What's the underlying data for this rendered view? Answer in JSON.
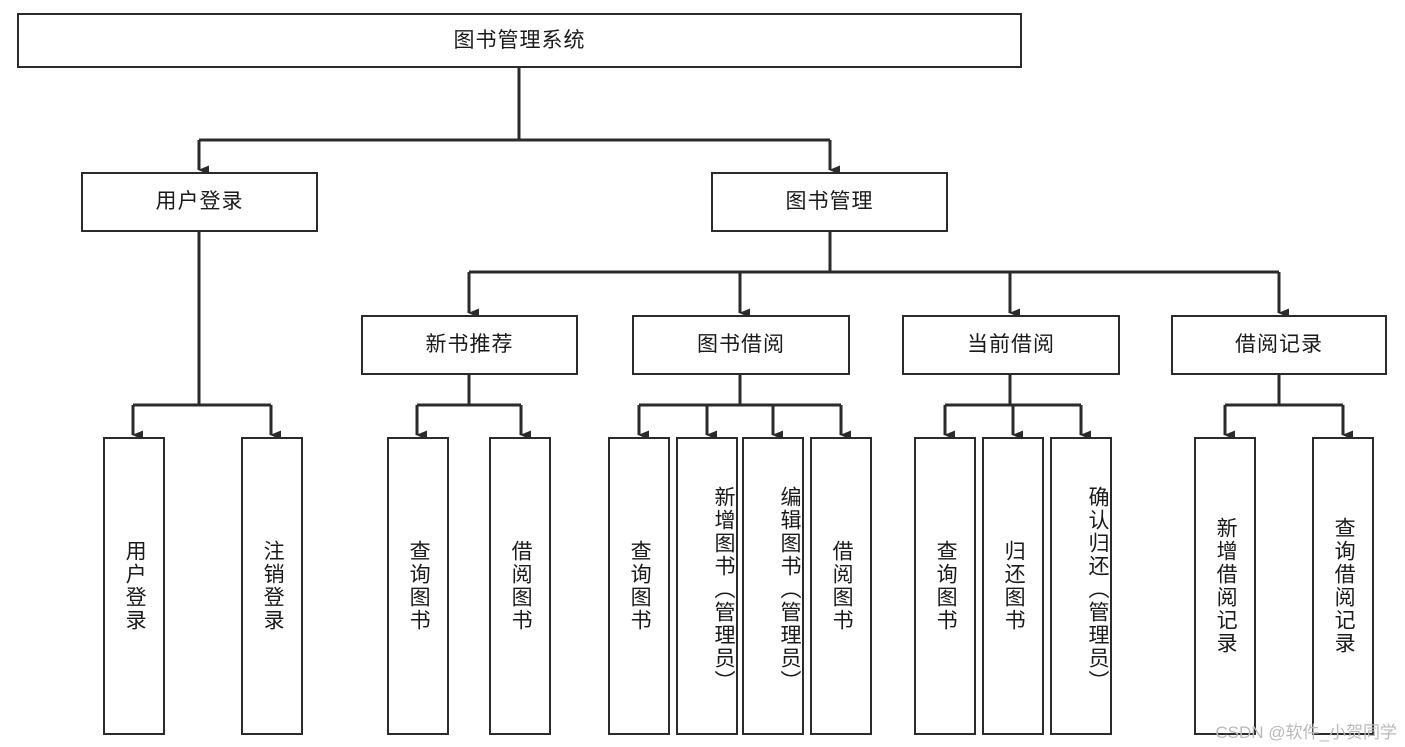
{
  "diagram": {
    "title": "图书管理系统",
    "watermark": "CSDN @软件_小贺同学",
    "line_color": "#2b2b2b",
    "box_fill": "#ffffff",
    "text_color": "#1a1a1a",
    "root": {
      "label": "图书管理系统"
    },
    "level2": [
      {
        "label": "用户登录"
      },
      {
        "label": "图书管理"
      }
    ],
    "level3": [
      {
        "label": "新书推荐"
      },
      {
        "label": "图书借阅"
      },
      {
        "label": "当前借阅"
      },
      {
        "label": "借阅记录"
      }
    ],
    "leaves": {
      "user_login": [
        {
          "label": "用户登录"
        },
        {
          "label": "注销登录"
        }
      ],
      "new_book_recommend": [
        {
          "label": "查询图书"
        },
        {
          "label": "借阅图书"
        }
      ],
      "book_borrow": [
        {
          "label": "查询图书"
        },
        {
          "label": "新增图书（管理员）"
        },
        {
          "label": "编辑图书（管理员）"
        },
        {
          "label": "借阅图书"
        }
      ],
      "current_borrow": [
        {
          "label": "查询图书"
        },
        {
          "label": "归还图书"
        },
        {
          "label": "确认归还（管理员）"
        }
      ],
      "borrow_record": [
        {
          "label": "新增借阅记录"
        },
        {
          "label": "查询借阅记录"
        }
      ]
    }
  }
}
